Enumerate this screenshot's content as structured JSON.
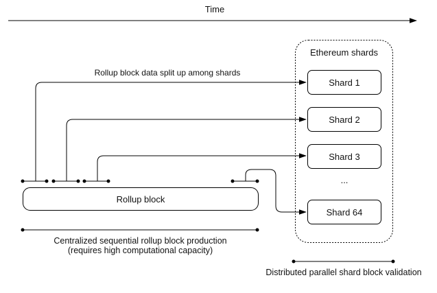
{
  "diagram": {
    "time_axis_label": "Time",
    "annotation": "Rollup block data split up among shards",
    "shards_container": {
      "title": "Ethereum shards",
      "shards": [
        {
          "label": "Shard 1"
        },
        {
          "label": "Shard 2"
        },
        {
          "label": "Shard 3"
        },
        {
          "label": "Shard 64"
        }
      ],
      "ellipsis": "..."
    },
    "rollup_block_label": "Rollup block",
    "captions": {
      "rollup_production_line1": "Centralized sequential rollup block production",
      "rollup_production_line2": "(requires high computational capacity)",
      "shard_validation": "Distributed parallel shard block validation"
    },
    "colors": {
      "stroke": "#000000",
      "background": "#ffffff",
      "node_fill": "#ffffff"
    }
  }
}
